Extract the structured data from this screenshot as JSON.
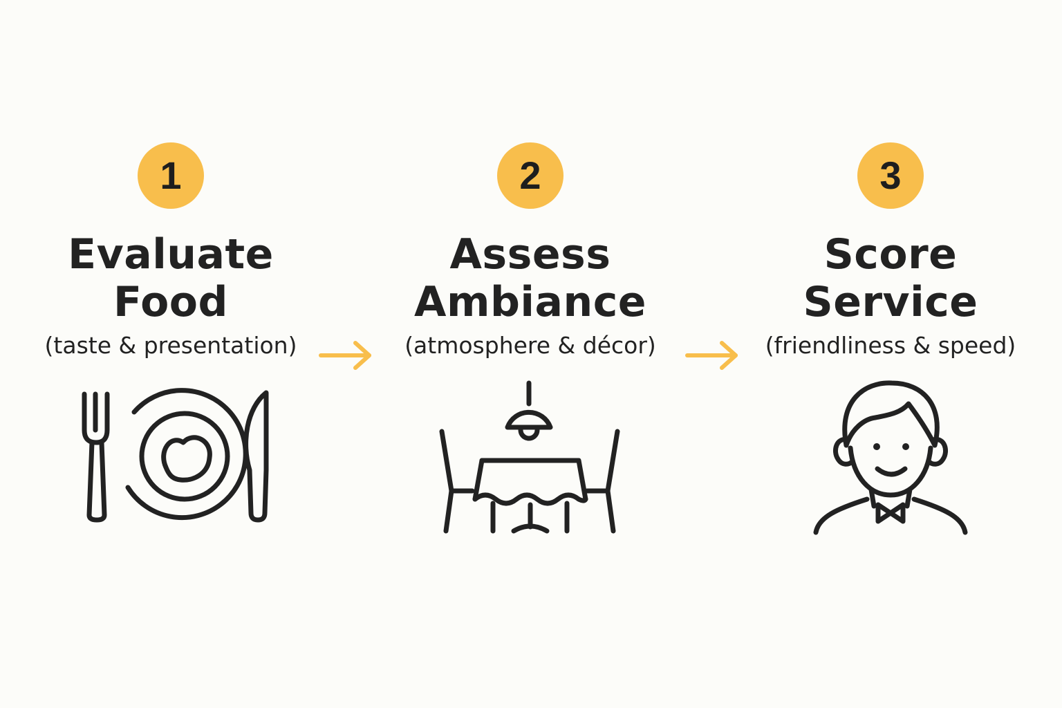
{
  "accent_color": "#f8be4c",
  "ink_color": "#222222",
  "steps": [
    {
      "number": "1",
      "title_line1": "Evaluate",
      "title_line2": "Food",
      "subtitle": "(taste & presentation)",
      "icon": "plate-fork-knife-icon"
    },
    {
      "number": "2",
      "title_line1": "Assess",
      "title_line2": "Ambiance",
      "subtitle": "(atmosphere & décor)",
      "icon": "dining-table-lamp-icon"
    },
    {
      "number": "3",
      "title_line1": "Score",
      "title_line2": "Service",
      "subtitle": "(friendliness & speed)",
      "icon": "waiter-icon"
    }
  ],
  "connectors": [
    {
      "icon": "arrow-right-icon"
    },
    {
      "icon": "arrow-right-icon"
    }
  ]
}
